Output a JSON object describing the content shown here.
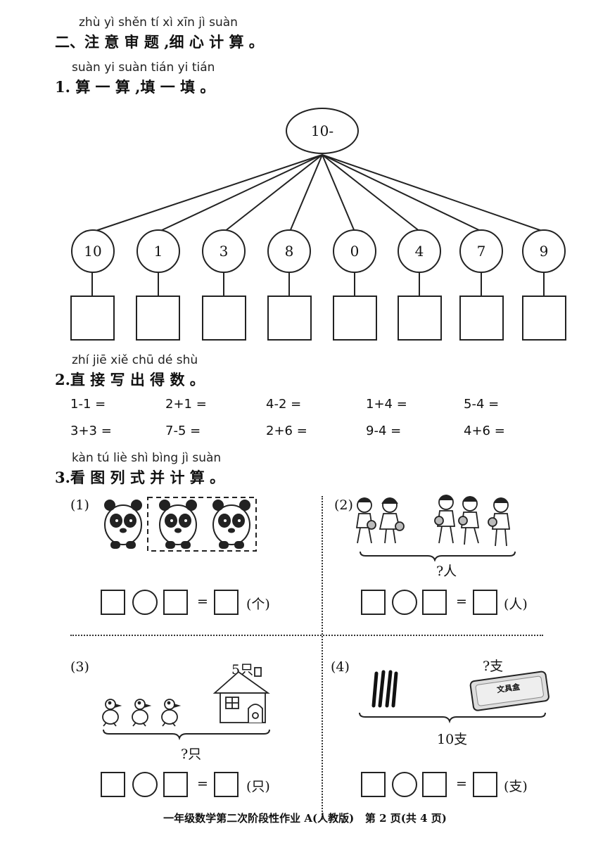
{
  "section2": {
    "pinyin": "zhù yì shěn tí xì xīn jì suàn",
    "title": "二、注 意 审 题 ,细 心 计 算 。"
  },
  "q1": {
    "pinyin": "suàn yi suàn tián yi tián",
    "title": "1. 算 一 算 ,填 一 填 。",
    "root": "10-",
    "numbers": [
      "10",
      "1",
      "3",
      "8",
      "0",
      "4",
      "7",
      "9"
    ]
  },
  "q2": {
    "pinyin": "zhí jiē xiě chū dé shù",
    "title": "2.直 接 写 出 得 数 。",
    "row1": [
      "1-1 =",
      "2+1 =",
      "4-2 =",
      "1+4 =",
      "5-4 ="
    ],
    "row2": [
      "3+3 =",
      "7-5 =",
      "2+6 =",
      "9-4 =",
      "4+6 ="
    ]
  },
  "q3": {
    "pinyin": "kàn tú liè shì bìng jì suàn",
    "title": "3.看 图 列 式 并 计 算 。",
    "p1": {
      "num": "(1)",
      "unit": "(个)"
    },
    "p2": {
      "num": "(2)",
      "question": "?人",
      "unit": "(人)"
    },
    "p3": {
      "num": "(3)",
      "label_top": "5只",
      "question": "?只",
      "unit": "(只)"
    },
    "p4": {
      "num": "(4)",
      "label_top": "?支",
      "box_text": "文具盒",
      "total": "10支",
      "unit": "(支)"
    },
    "equals": "="
  },
  "footer": "一年级数学第二次阶段性作业 A(人教版)   第 2 页(共 4 页)"
}
